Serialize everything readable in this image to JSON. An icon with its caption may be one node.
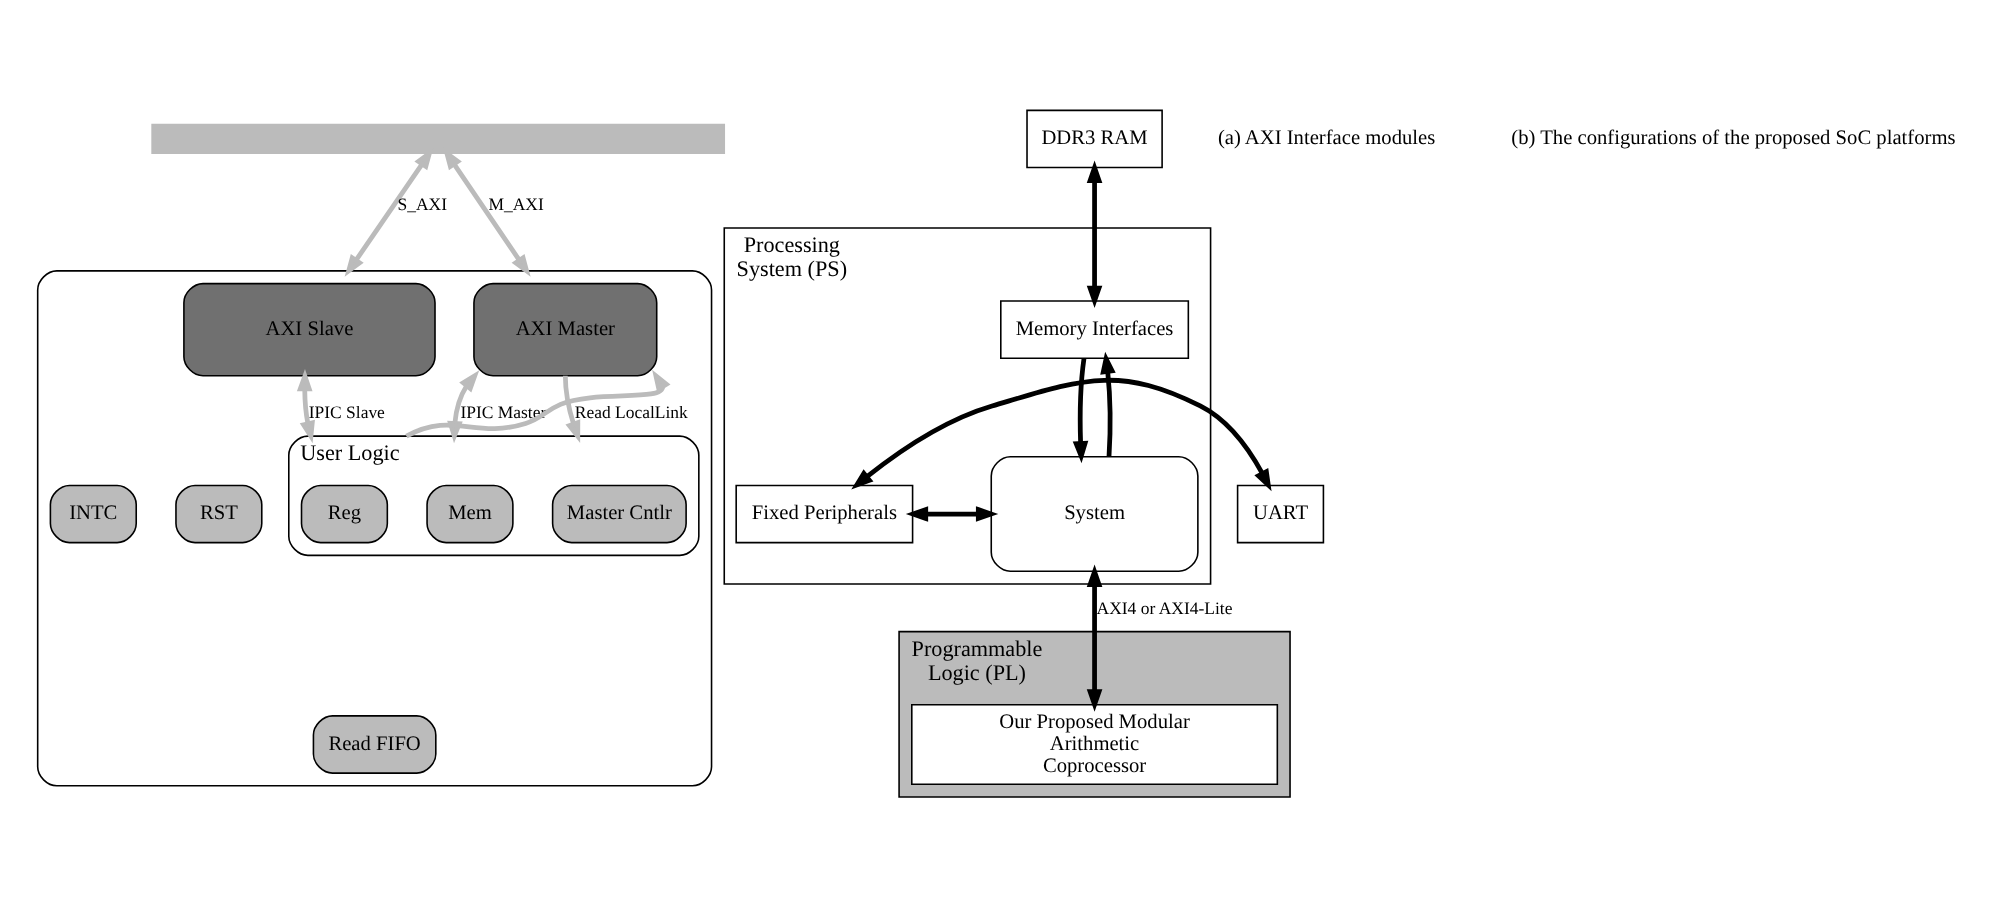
{
  "diagram": {
    "nodes": [
      {
        "text": [],
        "shape": "bar"
      },
      {
        "text": [],
        "shape": "box"
      },
      {
        "text": [
          "AXI Slave"
        ],
        "in": 1
      },
      {
        "text": [
          "AXI Master"
        ],
        "in": 1
      },
      {
        "text": [
          "RST"
        ],
        "in": 1
      },
      {
        "text": [
          "INTC"
        ],
        "in": 1
      },
      {
        "text": [
          "Read FIFO"
        ],
        "in": 1
      },
      {
        "text": [
          "User Logic"
        ],
        "in": 1
      },
      {
        "text": [
          "Reg"
        ],
        "in": 7
      },
      {
        "text": [
          "Mem"
        ],
        "in": 7
      },
      {
        "text": [
          "Master Cntlr"
        ],
        "in": 7
      },
      {
        "text": [
          "DDR3 RAM"
        ]
      },
      {
        "text": [
          "Processing System (PS)"
        ]
      },
      {
        "text": [
          "Memory Interfaces"
        ],
        "in": 12
      },
      {
        "text": [
          "Fixed Peripherals"
        ],
        "in": 12
      },
      {
        "text": [
          "System"
        ],
        "in": 12
      },
      {
        "text": [
          "Programmable Logic (PL)"
        ]
      },
      {
        "text": [
          "Our Proposed Modular Arithmetic Coprocessor"
        ],
        "in": 16
      },
      {
        "text": [
          "UART"
        ]
      }
    ],
    "edges": [
      {
        "from": 0,
        "to": 1,
        "arrow": "both",
        "label": "S_AXI",
        "color": "#bbbbbb"
      },
      {
        "from": 0,
        "to": 1,
        "arrow": "both",
        "label": "M_AXI",
        "color": "#bbbbbb"
      },
      {
        "from": 2,
        "to": 7,
        "arrow": "both",
        "label": "IPIC Slave",
        "color": "#bbbbbb"
      },
      {
        "from": 3,
        "to": 7,
        "arrow": "both",
        "label": "IPIC Master",
        "color": "#bbbbbb"
      },
      {
        "from": 3,
        "to": 7,
        "arrow": "to",
        "label": "Read LocalLink",
        "color": "#bbbbbb"
      },
      {
        "from": 7,
        "to": 3,
        "arrow": "to",
        "color": "#bbbbbb"
      },
      {
        "from": 11,
        "to": 13,
        "arrow": "both",
        "color": "#000000"
      },
      {
        "from": 13,
        "to": 15,
        "arrow": "to",
        "color": "#000000"
      },
      {
        "from": 15,
        "to": 13,
        "arrow": "to",
        "color": "#000000"
      },
      {
        "from": 18,
        "to": 14,
        "arrow": "both",
        "color": "#000000"
      },
      {
        "from": 14,
        "to": 15,
        "arrow": "both",
        "color": "#000000"
      },
      {
        "from": 15,
        "to": 17,
        "arrow": "both",
        "label": "AXI4 or AXI4-Lite",
        "color": "#000000"
      }
    ],
    "labels": [
      "(a) AXI Interface modules",
      "(b) The configurations of the proposed SoC platforms"
    ]
  }
}
